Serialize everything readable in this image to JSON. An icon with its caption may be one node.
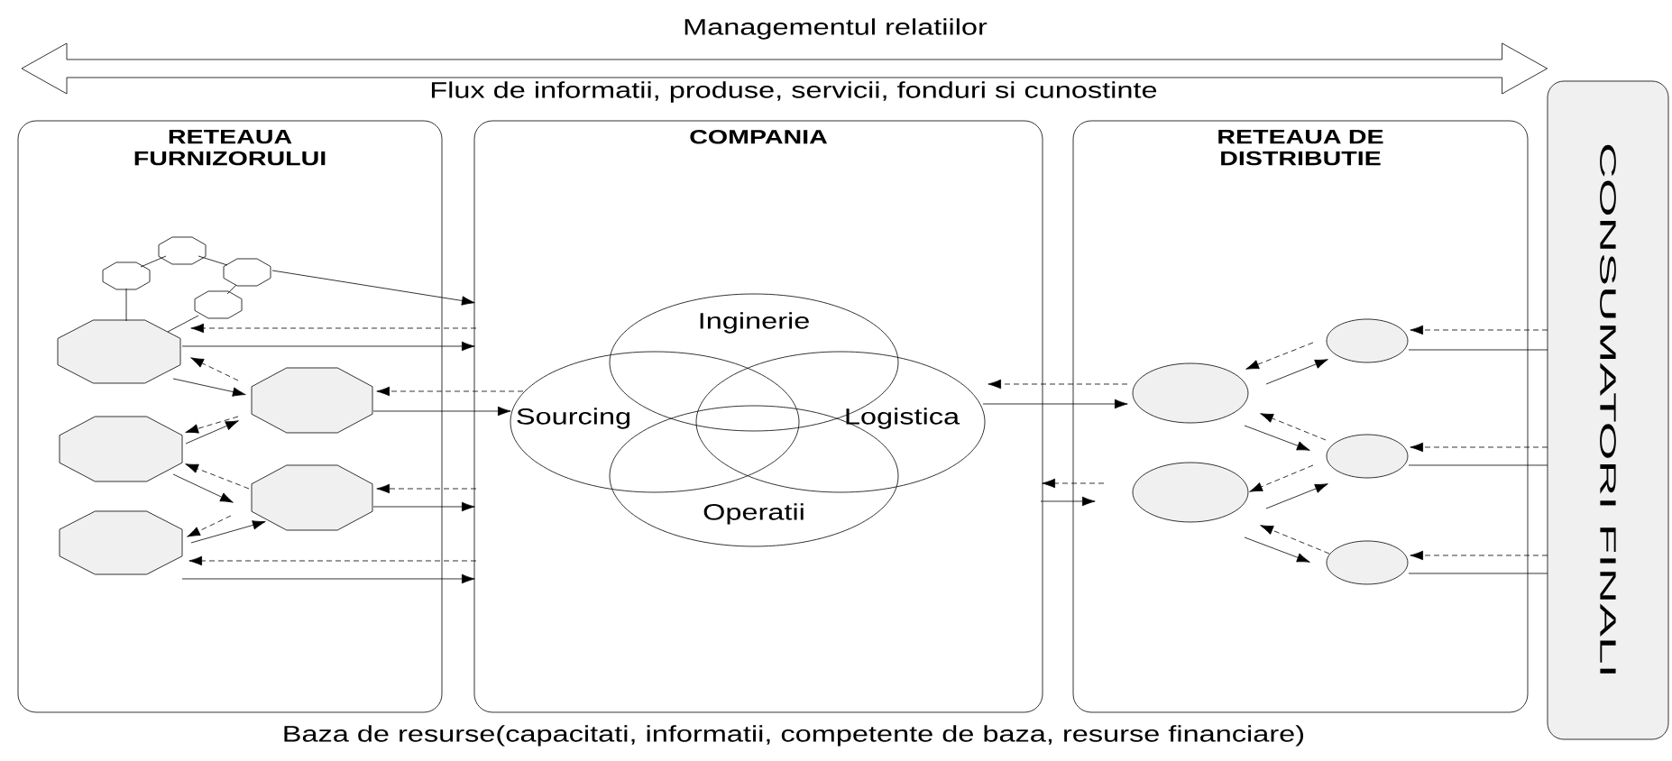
{
  "diagram": {
    "nodes": [
      {
        "text": [
          "RETEAUA FURNIZORULUI"
        ]
      },
      {
        "text": [],
        "shape": "octagon",
        "in": 0
      },
      {
        "text": [],
        "shape": "octagon",
        "in": 0
      },
      {
        "text": [],
        "shape": "octagon",
        "in": 0
      },
      {
        "text": [],
        "shape": "octagon",
        "in": 0
      },
      {
        "text": [],
        "shape": "octagon",
        "in": 0
      },
      {
        "text": [],
        "shape": "octagon",
        "in": 0
      },
      {
        "text": [],
        "shape": "octagon",
        "in": 0
      },
      {
        "text": [],
        "shape": "octagon",
        "in": 0
      },
      {
        "text": [],
        "shape": "octagon",
        "in": 0
      },
      {
        "text": [
          "COMPANIA"
        ]
      },
      {
        "text": [
          "Inginerie"
        ],
        "in": 10
      },
      {
        "text": [
          "Sourcing"
        ],
        "in": 10
      },
      {
        "text": [
          "Logistica"
        ],
        "in": 10
      },
      {
        "text": [
          "Operatii"
        ],
        "in": 10
      },
      {
        "text": [
          "RETEAUA DE DISTRIBUTIE"
        ]
      },
      {
        "text": [],
        "shape": "ellipse",
        "in": 15
      },
      {
        "text": [],
        "shape": "ellipse",
        "in": 15
      },
      {
        "text": [],
        "shape": "ellipse",
        "in": 15
      },
      {
        "text": [],
        "shape": "ellipse",
        "in": 15
      },
      {
        "text": [],
        "shape": "ellipse",
        "in": 15
      },
      {
        "text": [
          "CONSUMATORI FINALI"
        ]
      }
    ],
    "edges": [
      {
        "from": null,
        "to": 21,
        "arrow": "both"
      },
      {
        "from": 1,
        "to": 2,
        "arrow": "none"
      },
      {
        "from": 2,
        "to": 3,
        "arrow": "none"
      },
      {
        "from": 3,
        "to": 4,
        "arrow": "none"
      },
      {
        "from": 1,
        "to": 5,
        "arrow": "none"
      },
      {
        "from": 4,
        "to": 5,
        "arrow": "none"
      },
      {
        "from": 5,
        "to": 6,
        "arrow": "to"
      },
      {
        "from": 6,
        "to": 5,
        "arrow": "to",
        "style": "dashed"
      },
      {
        "from": 6,
        "to": 7,
        "arrow": "to",
        "style": "dashed"
      },
      {
        "from": 7,
        "to": 6,
        "arrow": "to"
      },
      {
        "from": 7,
        "to": 8,
        "arrow": "to"
      },
      {
        "from": 8,
        "to": 7,
        "arrow": "to",
        "style": "dashed"
      },
      {
        "from": 8,
        "to": 9,
        "arrow": "to",
        "style": "dashed"
      },
      {
        "from": 9,
        "to": 8,
        "arrow": "to"
      },
      {
        "from": 3,
        "to": 10,
        "arrow": "to"
      },
      {
        "from": 10,
        "to": 5,
        "arrow": "to",
        "style": "dashed"
      },
      {
        "from": 5,
        "to": 10,
        "arrow": "to"
      },
      {
        "from": 12,
        "to": 6,
        "arrow": "to",
        "style": "dashed"
      },
      {
        "from": 6,
        "to": 12,
        "arrow": "to"
      },
      {
        "from": 10,
        "to": 8,
        "arrow": "to",
        "style": "dashed"
      },
      {
        "from": 8,
        "to": 10,
        "arrow": "to"
      },
      {
        "from": 10,
        "to": 9,
        "arrow": "to",
        "style": "dashed"
      },
      {
        "from": 9,
        "to": 10,
        "arrow": "to"
      },
      {
        "from": 16,
        "to": 13,
        "arrow": "to",
        "style": "dashed"
      },
      {
        "from": 13,
        "to": 16,
        "arrow": "to"
      },
      {
        "from": 17,
        "to": 10,
        "arrow": "to",
        "style": "dashed"
      },
      {
        "from": 10,
        "to": 17,
        "arrow": "to"
      },
      {
        "from": 18,
        "to": 16,
        "arrow": "to",
        "style": "dashed"
      },
      {
        "from": 16,
        "to": 18,
        "arrow": "to"
      },
      {
        "from": 16,
        "to": 19,
        "arrow": "to"
      },
      {
        "from": 19,
        "to": 16,
        "arrow": "to",
        "style": "dashed"
      },
      {
        "from": 19,
        "to": 17,
        "arrow": "to",
        "style": "dashed"
      },
      {
        "from": 17,
        "to": 19,
        "arrow": "to"
      },
      {
        "from": 17,
        "to": 20,
        "arrow": "to"
      },
      {
        "from": 20,
        "to": 17,
        "arrow": "to",
        "style": "dashed"
      },
      {
        "from": 21,
        "to": 18,
        "arrow": "to",
        "style": "dashed"
      },
      {
        "from": 18,
        "to": 21,
        "arrow": "none"
      },
      {
        "from": 21,
        "to": 19,
        "arrow": "to",
        "style": "dashed"
      },
      {
        "from": 19,
        "to": 21,
        "arrow": "none"
      },
      {
        "from": 21,
        "to": 20,
        "arrow": "to",
        "style": "dashed"
      },
      {
        "from": 20,
        "to": 21,
        "arrow": "none"
      }
    ],
    "labels": [
      "Managementul relatiilor",
      "Flux de informatii, produse, servicii, fonduri si cunostinte",
      "Baza de resurse(capacitati, informatii, competente de baza, resurse financiare)"
    ]
  }
}
